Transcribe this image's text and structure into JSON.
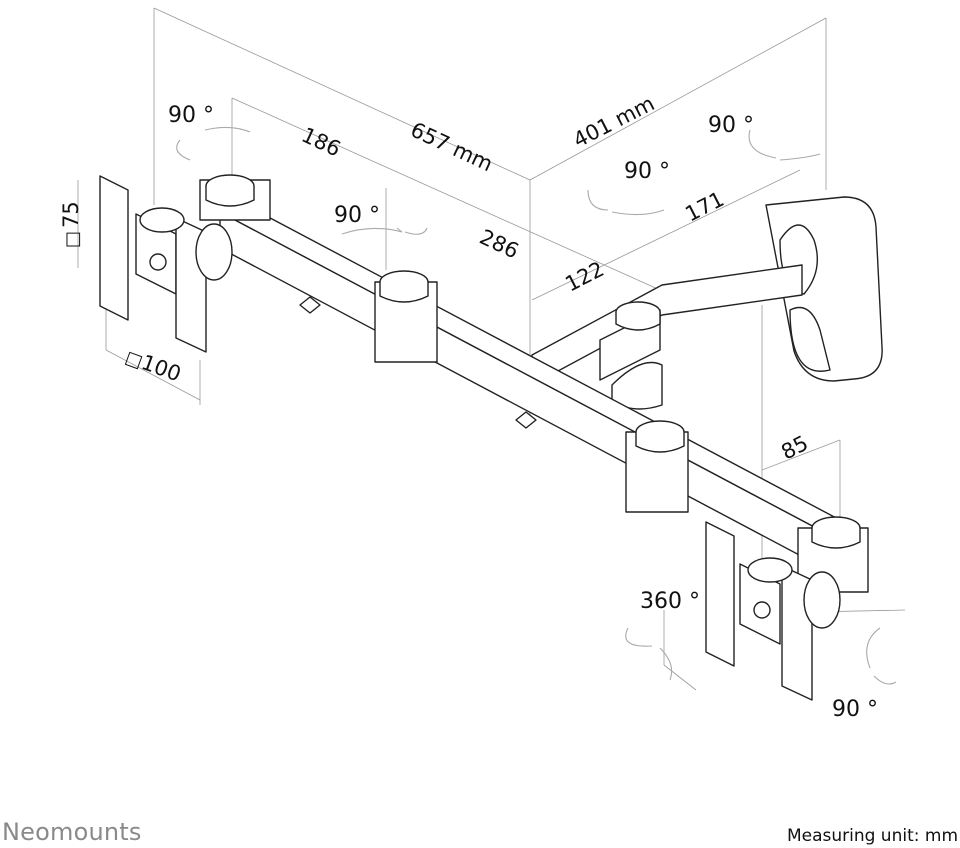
{
  "brand": "Neomounts",
  "measuring_unit": "Measuring unit: mm",
  "dimensions": {
    "total_length": "657 mm",
    "depth": "401 mm",
    "seg_186": "186",
    "seg_286": "286",
    "seg_122": "122",
    "seg_171": "171",
    "height_85": "85",
    "vesa_75": "75",
    "vesa_100": "100",
    "vesa_square": "□"
  },
  "angles": {
    "left_top": "90 °",
    "mid_arm": "90 °",
    "center": "90 °",
    "right_top": "90 °",
    "swivel": "360 °",
    "tilt_bottom": "90 °"
  }
}
